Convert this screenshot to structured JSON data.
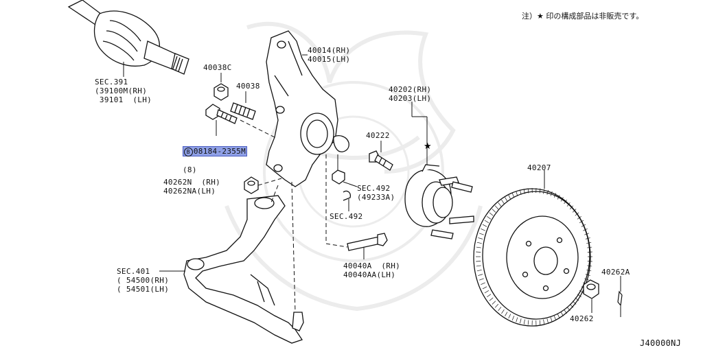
{
  "note": "注）★ 印の構成部品は非販売です。",
  "diagram_id": "J40000NJ",
  "callouts": {
    "sec391": [
      "SEC.391",
      "(39100M(RH)",
      " 39101  (LH)"
    ],
    "p40038c": "40038C",
    "p40038": "40038",
    "p40014": [
      "40014(RH)",
      "40015(LH)"
    ],
    "bolt": {
      "circle": "B",
      "number": "08184-2355M",
      "qty": "(8)"
    },
    "p40262n": [
      "40262N  (RH)",
      "40262NA(LH)"
    ],
    "p40202": [
      "40202(RH)",
      "40203(LH)"
    ],
    "p40222": "40222",
    "p40207": "40207",
    "sec492a": [
      "SEC.492",
      "(49233A)"
    ],
    "sec492b": "SEC.492",
    "sec401": [
      "SEC.401",
      "( 54500(RH)",
      "( 54501(LH)"
    ],
    "p40040a": [
      "40040A  (RH)",
      "40040AA(LH)"
    ],
    "p40262a": "40262A",
    "p40262": "40262"
  }
}
